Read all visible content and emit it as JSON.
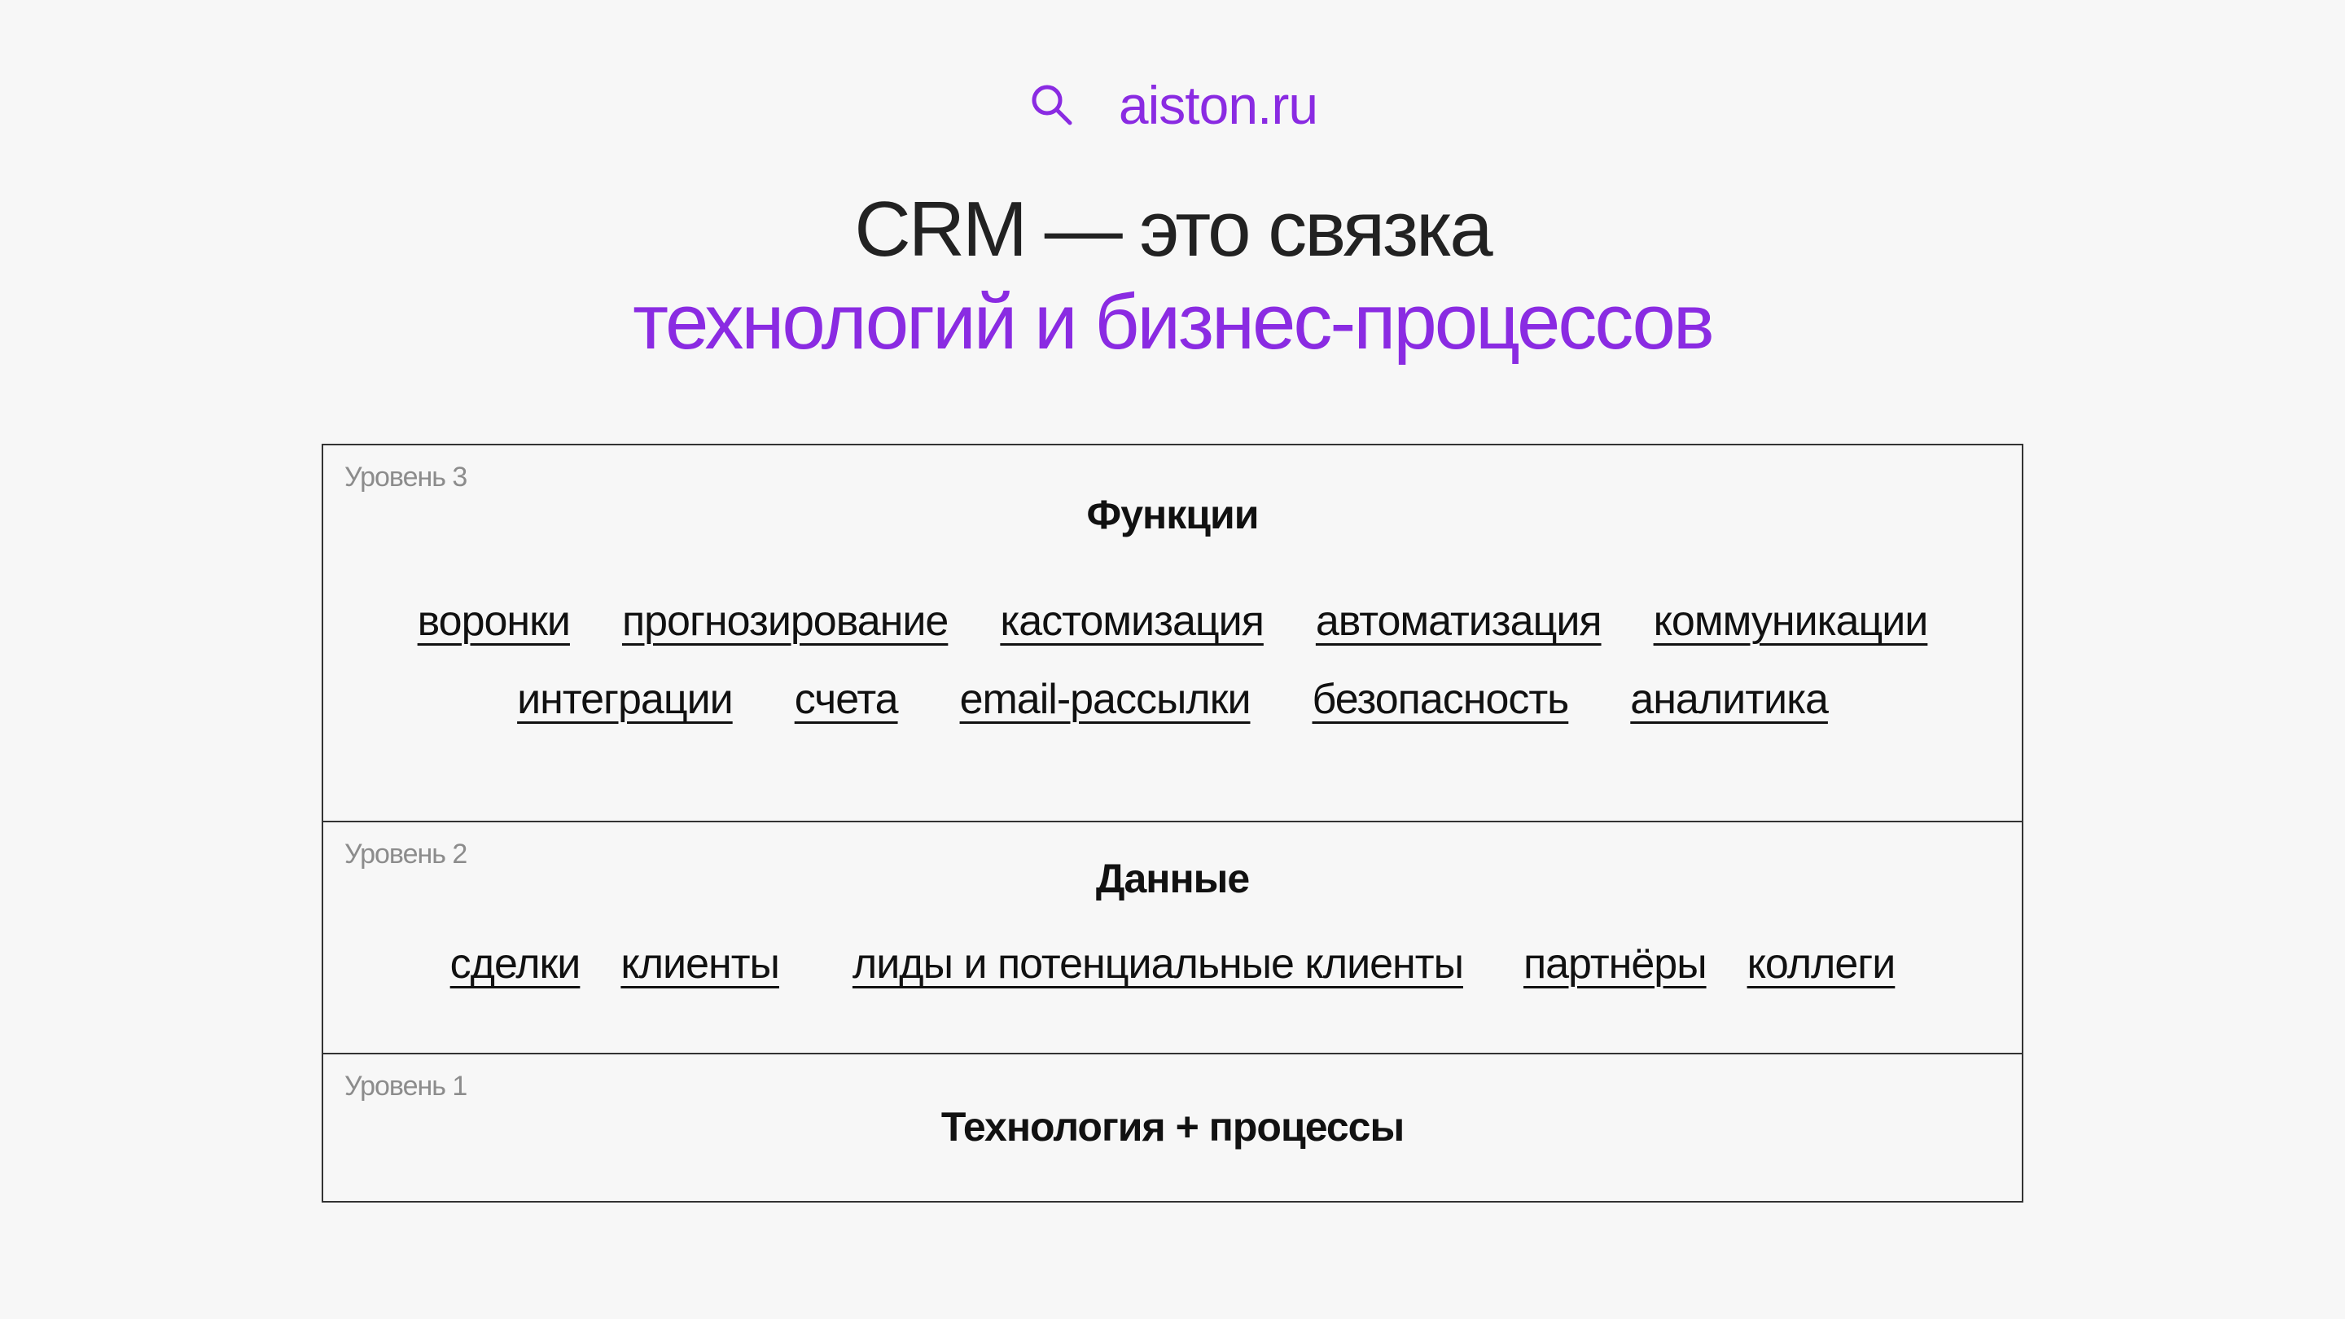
{
  "brand": {
    "icon": "search-icon",
    "text": "aiston.ru",
    "color": "#8a2be2"
  },
  "headline": {
    "line1": "CRM — это связка",
    "line2": "технологий и бизнес-процессов"
  },
  "levels": [
    {
      "tag": "Уровень 3",
      "title": "Функции",
      "rows": [
        [
          "воронки",
          "прогнозирование",
          "кастомизация",
          "автоматизация",
          "коммуникации"
        ],
        [
          "интеграции",
          "счета",
          "email-рассылки",
          "безопасность",
          "аналитика"
        ]
      ]
    },
    {
      "tag": "Уровень 2",
      "title": "Данные",
      "rows": [
        [
          "сделки",
          "клиенты",
          "лиды и потенциальные клиенты",
          "партнёры",
          "коллеги"
        ]
      ]
    },
    {
      "tag": "Уровень 1",
      "title": "Технология + процессы",
      "rows": []
    }
  ]
}
